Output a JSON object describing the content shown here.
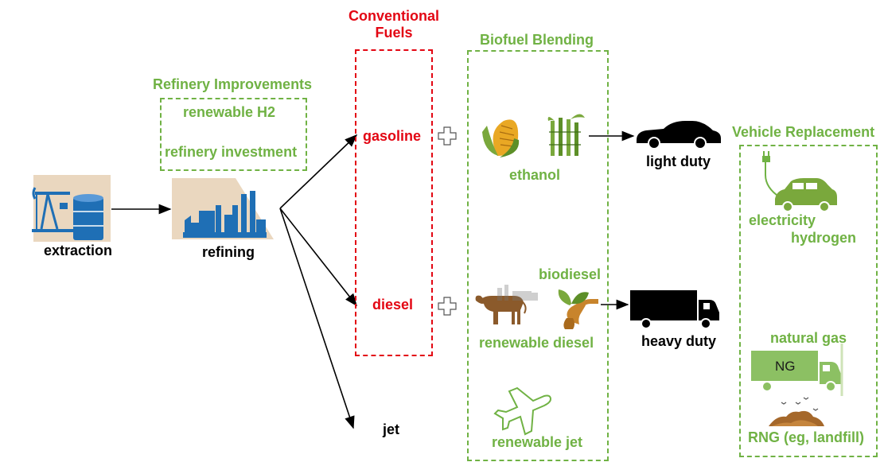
{
  "stages": {
    "extraction": "extraction",
    "refining": "refining"
  },
  "refinery_improvements": {
    "title": "Refinery Improvements",
    "items": [
      "renewable H2",
      "refinery investment"
    ]
  },
  "conventional_fuels": {
    "title_line1": "Conventional",
    "title_line2": "Fuels",
    "gasoline": "gasoline",
    "diesel": "diesel",
    "jet": "jet"
  },
  "biofuel_blending": {
    "title": "Biofuel Blending",
    "ethanol": "ethanol",
    "biodiesel": "biodiesel",
    "renewable_diesel": "renewable diesel",
    "renewable_jet": "renewable jet"
  },
  "vehicles": {
    "light_duty": "light duty",
    "heavy_duty": "heavy duty"
  },
  "vehicle_replacement": {
    "title": "Vehicle Replacement",
    "electricity": "electricity",
    "hydrogen": "hydrogen",
    "natural_gas": "natural gas",
    "ng_label": "NG",
    "rng": "RNG (eg, landfill)"
  },
  "colors": {
    "green": "#70b244",
    "red": "#e30613",
    "blue": "#1f6fb5",
    "tan": "#ead7bf",
    "black": "#000000",
    "brown": "#8b5a2b"
  }
}
